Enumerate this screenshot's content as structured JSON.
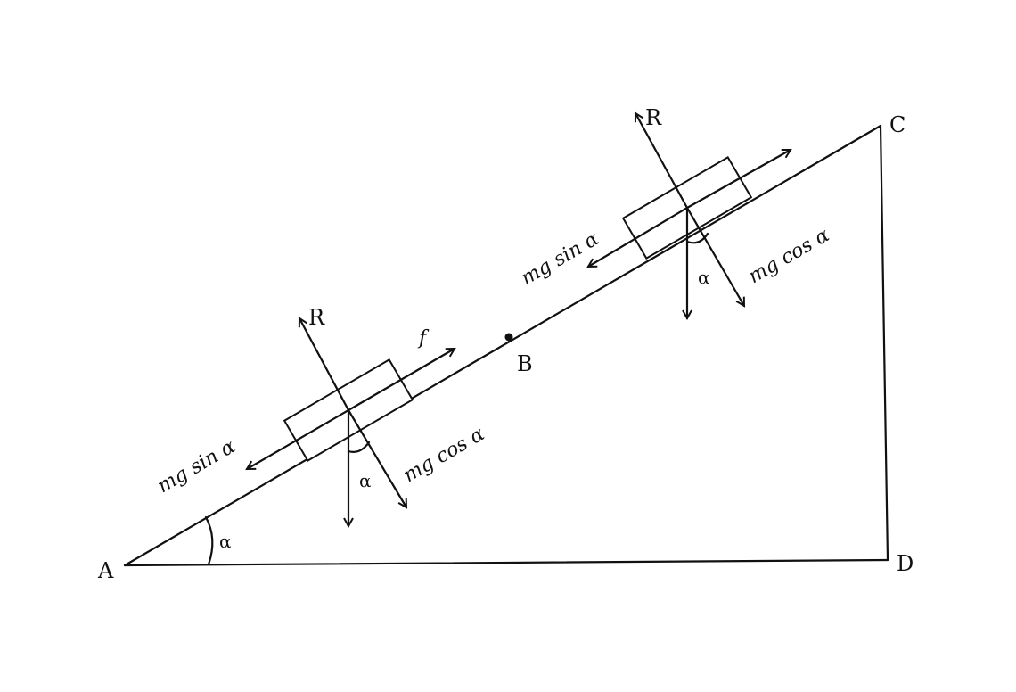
{
  "points": {
    "A": "A",
    "B": "B",
    "C": "C",
    "D": "D"
  },
  "lower_block": {
    "normal": "R",
    "friction": "f",
    "parallel": "mg sin α",
    "perpendicular": "mg cos α",
    "angle": "α"
  },
  "upper_block": {
    "normal": "R",
    "parallel": "mg sin α",
    "perpendicular": "mg cos α",
    "angle": "α"
  },
  "base_angle": "α",
  "colors": {
    "ink": "#111111",
    "background": "#ffffff"
  }
}
